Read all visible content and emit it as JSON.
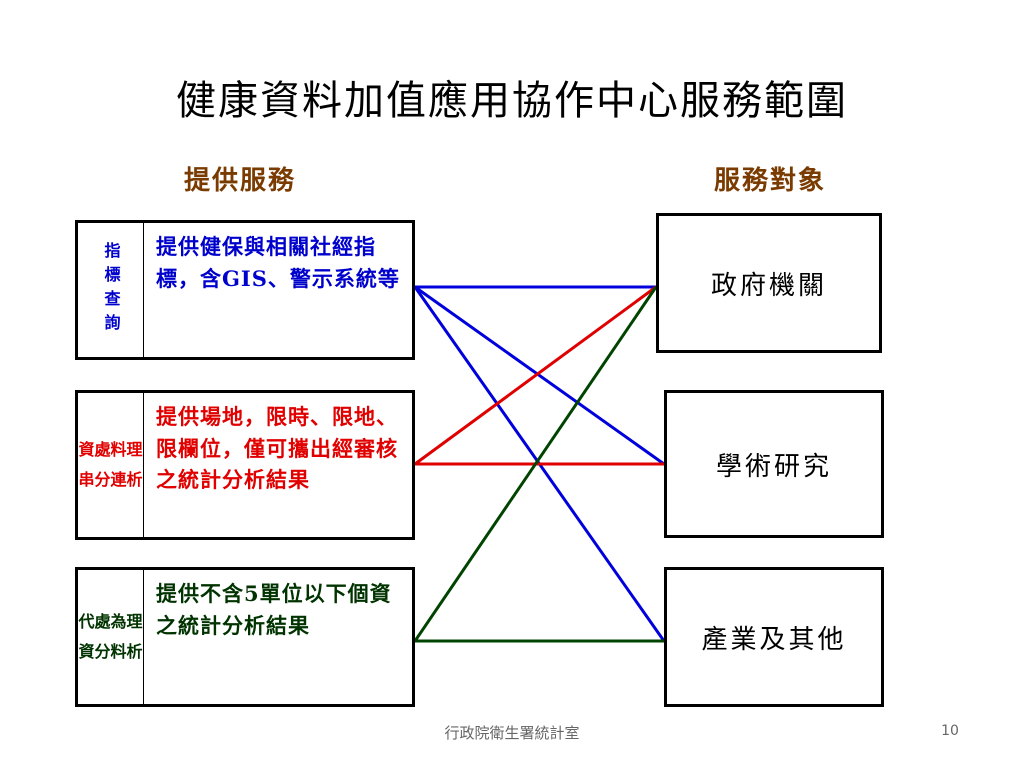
{
  "title": "健康資料加值應用協作中心服務範圍",
  "headers": {
    "left": "提供服務",
    "right": "服務對象"
  },
  "services": [
    {
      "label": "指標查詢",
      "desc": "提供健保與相關社經指標，含GIS、警示系統等",
      "color": "#0000cc"
    },
    {
      "label": "資處料理串分連析",
      "desc": "提供場地，限時、限地、限欄位，僅可攜出經審核之統計分析結果",
      "color": "#e00000"
    },
    {
      "label": "代處為理資分料析",
      "desc": "提供不含5單位以下個資之統計分析結果",
      "color": "#003300"
    }
  ],
  "targets": [
    "政府機關",
    "學術研究",
    "產業及其他"
  ],
  "connections": [
    {
      "from": 0,
      "to": 0,
      "color": "#0000dd"
    },
    {
      "from": 0,
      "to": 1,
      "color": "#0000dd"
    },
    {
      "from": 0,
      "to": 2,
      "color": "#0000dd"
    },
    {
      "from": 1,
      "to": 0,
      "color": "#e00000"
    },
    {
      "from": 1,
      "to": 1,
      "color": "#e00000"
    },
    {
      "from": 2,
      "to": 0,
      "color": "#004400"
    },
    {
      "from": 2,
      "to": 2,
      "color": "#004400"
    }
  ],
  "footer": "行政院衛生署統計室",
  "page_number": "10"
}
